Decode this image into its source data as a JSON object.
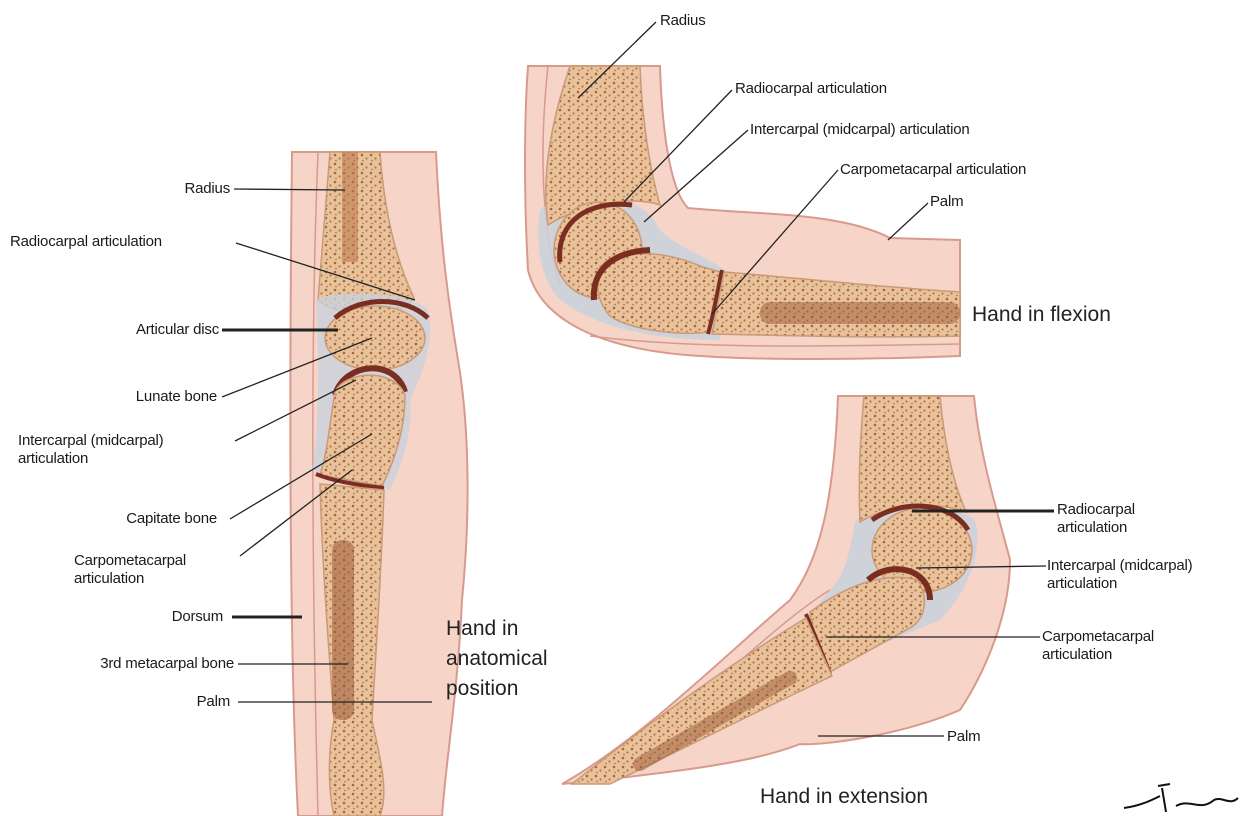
{
  "colors": {
    "skin": "#f6d4c8",
    "skin_edge": "#d99a8e",
    "bone": "#e8c29a",
    "bone_dots": "#a8663c",
    "marrow": "#9a5a38",
    "cartilage": "#7a2e22",
    "capsule": "#b8c2cf"
  },
  "anatomical": {
    "radius": "Radius",
    "radiocarpal": "Radiocarpal articulation",
    "articular_disc": "Articular disc",
    "lunate": "Lunate bone",
    "intercarpal_1": "Intercarpal (midcarpal)",
    "intercarpal_2": "articulation",
    "capitate": "Capitate bone",
    "carpometacarpal_1": "Carpometacarpal",
    "carpometacarpal_2": "articulation",
    "dorsum": "Dorsum",
    "metacarpal": "3rd metacarpal bone",
    "palm": "Palm",
    "caption_1": "Hand in",
    "caption_2": "anatomical",
    "caption_3": "position"
  },
  "flexion": {
    "radius": "Radius",
    "radiocarpal": "Radiocarpal articulation",
    "intercarpal": "Intercarpal (midcarpal) articulation",
    "carpometacarpal": "Carpometacarpal articulation",
    "palm": "Palm",
    "caption": "Hand in flexion"
  },
  "extension": {
    "radiocarpal_1": "Radiocarpal",
    "radiocarpal_2": "articulation",
    "intercarpal_1": "Intercarpal (midcarpal)",
    "intercarpal_2": "articulation",
    "carpometacarpal_1": "Carpometacarpal",
    "carpometacarpal_2": "articulation",
    "palm": "Palm",
    "caption": "Hand in extension"
  }
}
